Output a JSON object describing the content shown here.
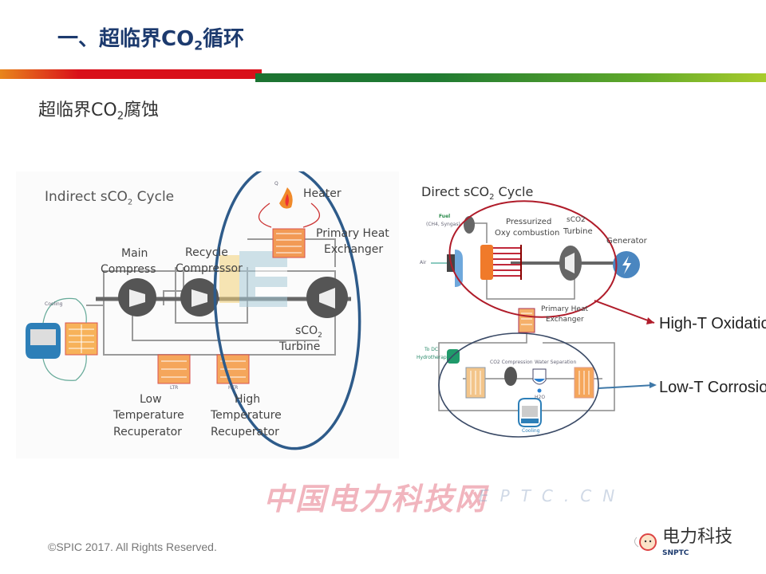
{
  "slide": {
    "title_prefix": "一、超临界CO",
    "title_sub": "2",
    "title_suffix": "循环",
    "subtitle_prefix": "超临界CO",
    "subtitle_sub": "2",
    "subtitle_suffix": "腐蚀",
    "footer": "©SPIC 2017. All Rights Reserved.",
    "brand_text": "电力科技",
    "brand_logo_text": "SNPTC",
    "watermark_cn": "中国电力科技网",
    "watermark_en": "EPTC.CN"
  },
  "colors": {
    "title": "#1c3a6e",
    "bar_red": "#d9101a",
    "bar_orange": "#e8861c",
    "bar_green": "#1f7a32",
    "bar_lime": "#a9cc2c",
    "ellipse_blue": "#2e5b8a",
    "ellipse_red": "#b01c2a"
  },
  "indirect": {
    "heading_prefix": "Indirect sCO",
    "heading_sub": "2",
    "heading_suffix": " Cycle",
    "heater": "Heater",
    "primary_hx_1": "Primary Heat",
    "primary_hx_2": "Exchanger",
    "main_comp_1": "Main",
    "main_comp_2": "Compress",
    "recycle_comp_1": "Recycle",
    "recycle_comp_2": "Compressor",
    "turbine_1_prefix": "sCO",
    "turbine_1_sub": "2",
    "turbine_2": "Turbine",
    "ltr_1": "Low",
    "ltr_2": "Temperature",
    "ltr_3": "Recuperator",
    "htr_1": "High",
    "htr_2": "Temperature",
    "htr_3": "Recuperator",
    "cooling": "Cooling",
    "ltr_tag": "LTR",
    "htr_tag": "HTR",
    "heat_q": "Q"
  },
  "direct": {
    "heading_prefix": "Direct sCO",
    "heading_sub": "2",
    "heading_suffix": " Cycle",
    "fuel": "Fuel",
    "fuel_sub": "(CH4, Syngas)",
    "air": "Air",
    "combustion_1": "Pressurized",
    "combustion_2": "Oxy combustion",
    "turbine_1": "sCO2",
    "turbine_2": "Turbine",
    "generator": "Generator",
    "phx_1": "Primary Heat",
    "phx_2": "Exchanger",
    "to_dc": "To DC",
    "to_dc_2": "Hydrotherapy",
    "co2_comp": "CO2 Compression",
    "water_sep": "Water Separation",
    "h2o": "H2O",
    "cooling": "Cooling"
  },
  "annotations": {
    "high_t": "High-T Oxidation",
    "low_t": "Low-T Corrosion"
  }
}
